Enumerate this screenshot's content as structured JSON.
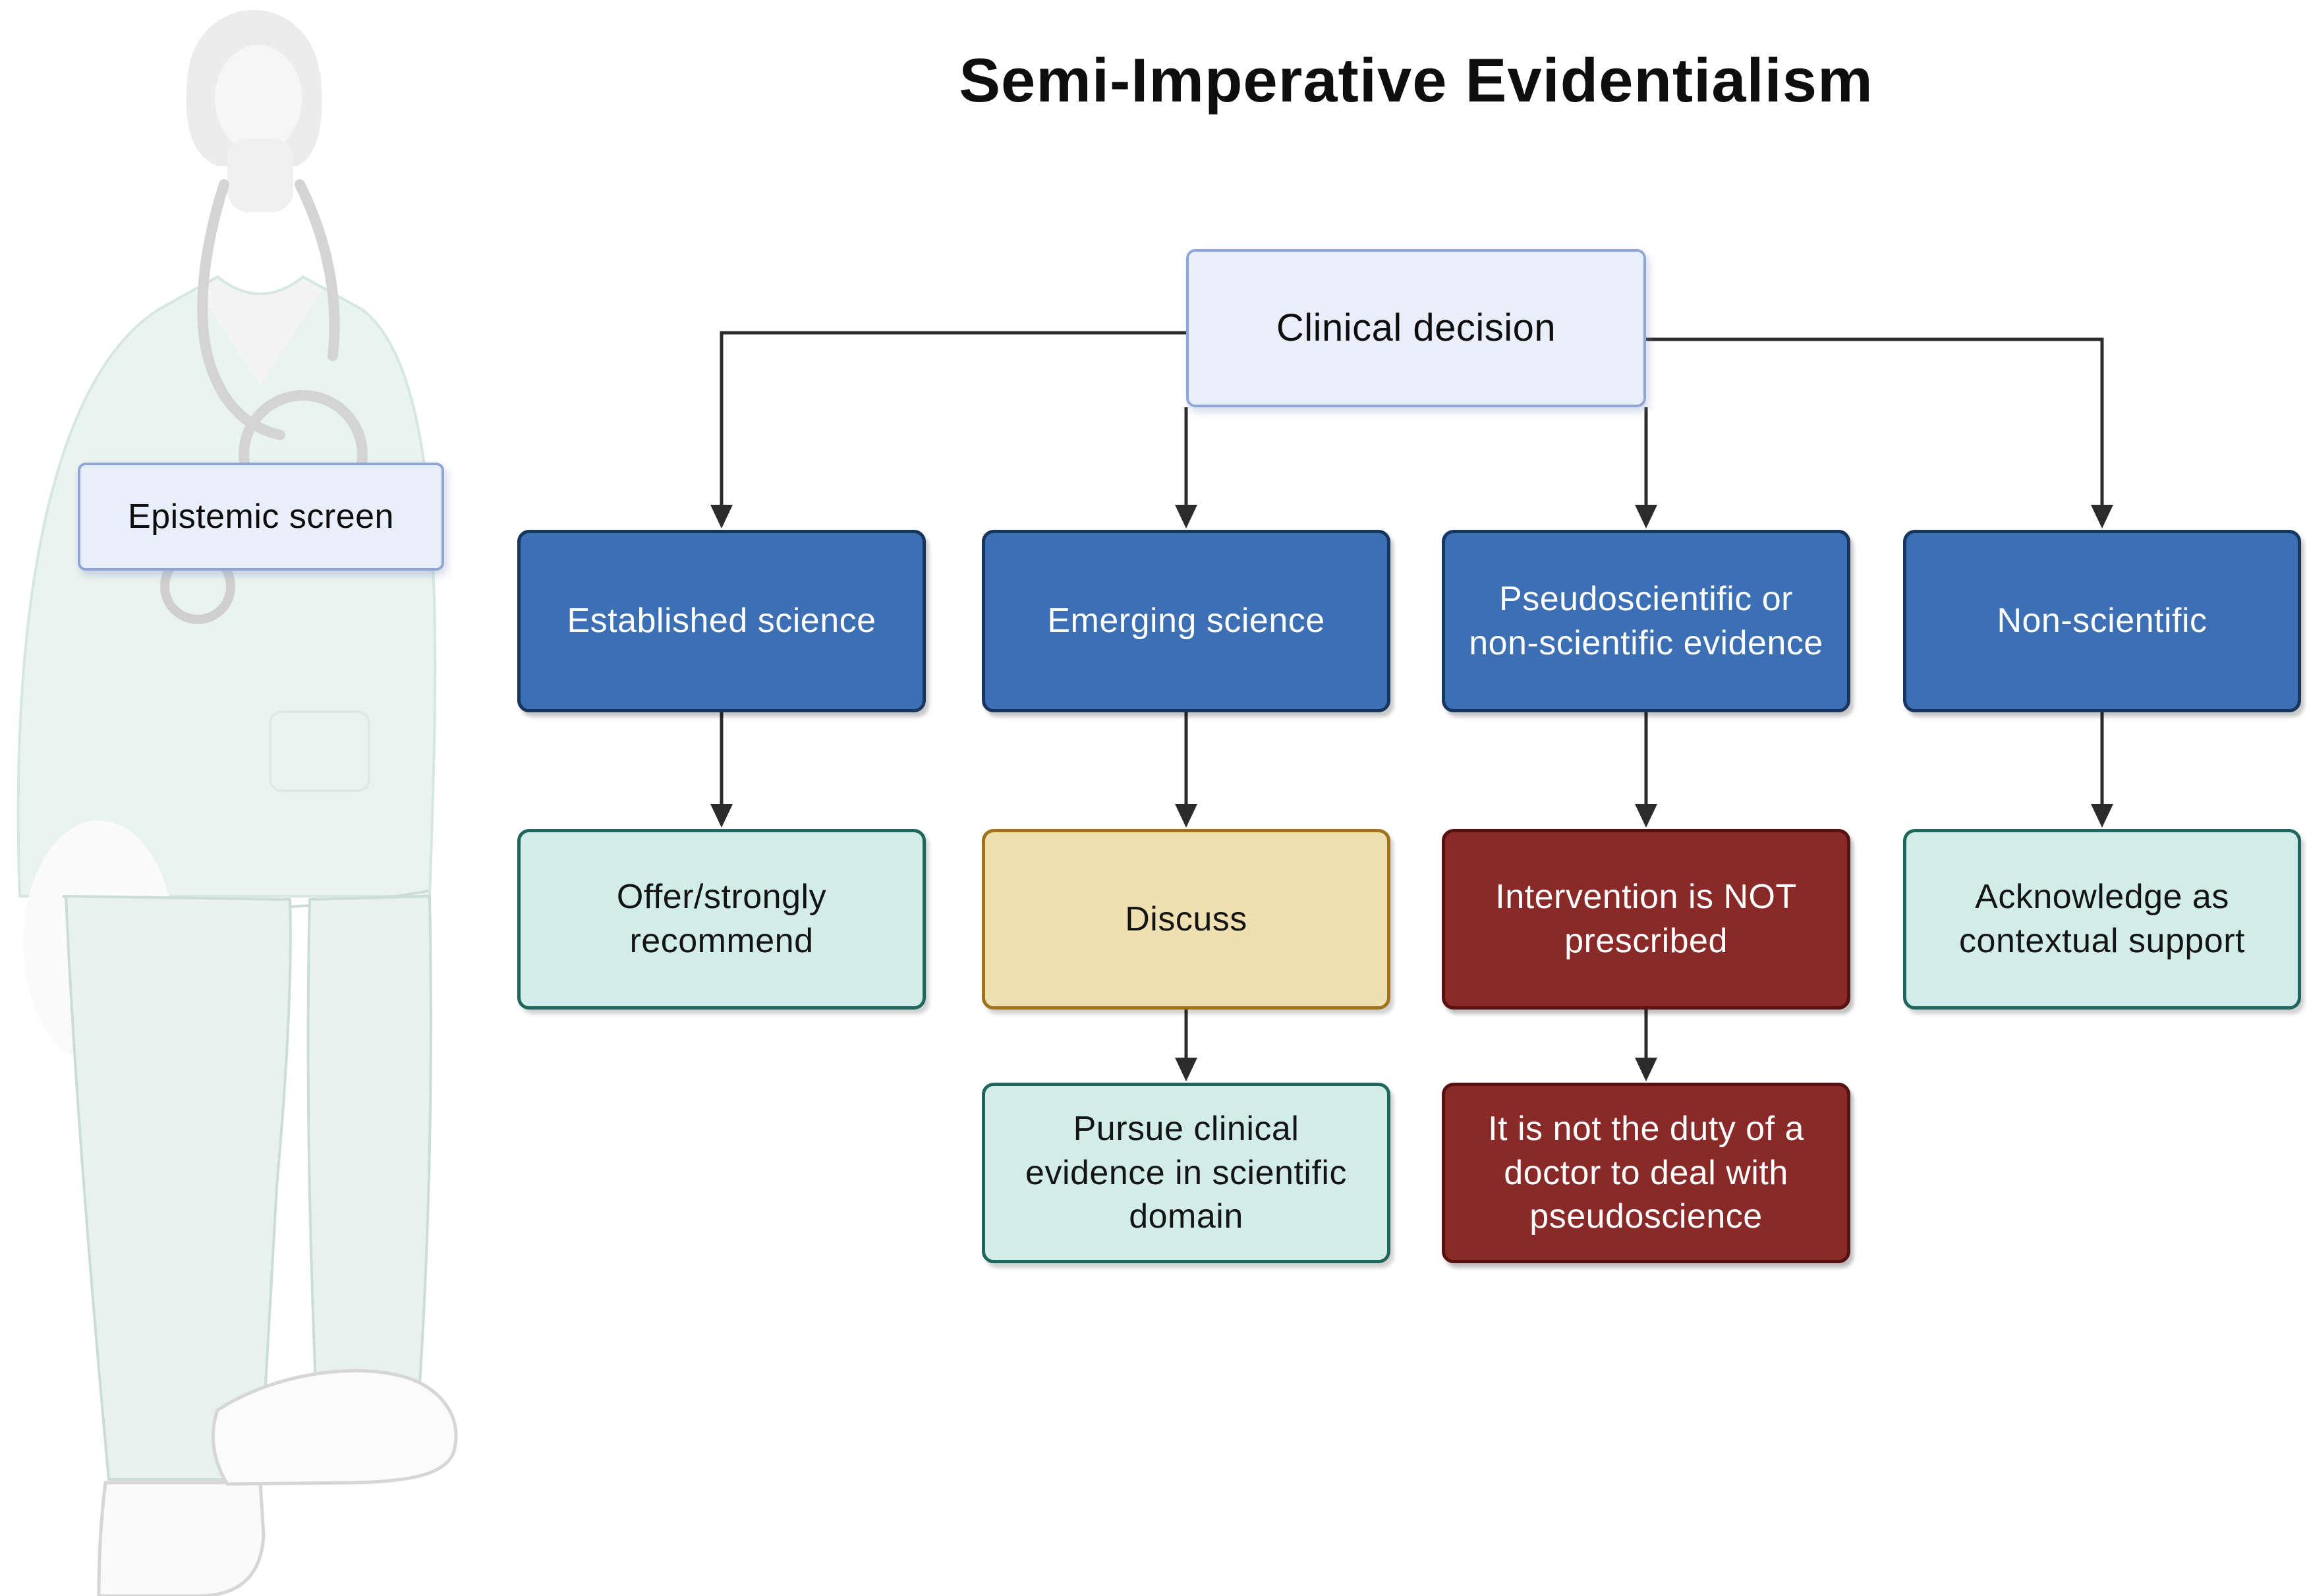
{
  "title": "Semi-Imperative Evidentialism",
  "root": {
    "label": "Clinical decision"
  },
  "side_label": {
    "label": "Epistemic screen"
  },
  "branches": [
    {
      "category": "Established science",
      "outcome": "Offer/strongly recommend"
    },
    {
      "category": "Emerging science",
      "outcome": "Discuss",
      "followup": "Pursue clinical evidence in scientific domain"
    },
    {
      "category": "Pseudoscientific or non-scientific evidence",
      "outcome": "Intervention is NOT prescribed",
      "followup": "It is not the duty of a doctor to deal with pseudoscience"
    },
    {
      "category": "Non-scientific",
      "outcome": "Acknowledge as contextual support"
    }
  ],
  "illustration": {
    "figure": "clinician-with-stethoscope"
  },
  "accent_colors": {
    "root_fill": "#e9eefb",
    "root_border": "#8fa6d9",
    "category_fill": "#3d6fb4",
    "category_border": "#16365f",
    "action_fill": "#d2ece8",
    "action_border": "#1f675d",
    "discuss_fill": "#efe0b2",
    "discuss_border": "#a1731d",
    "negative_fill": "#8a2a28",
    "negative_border": "#571111",
    "connector": "#2b2b2b"
  }
}
